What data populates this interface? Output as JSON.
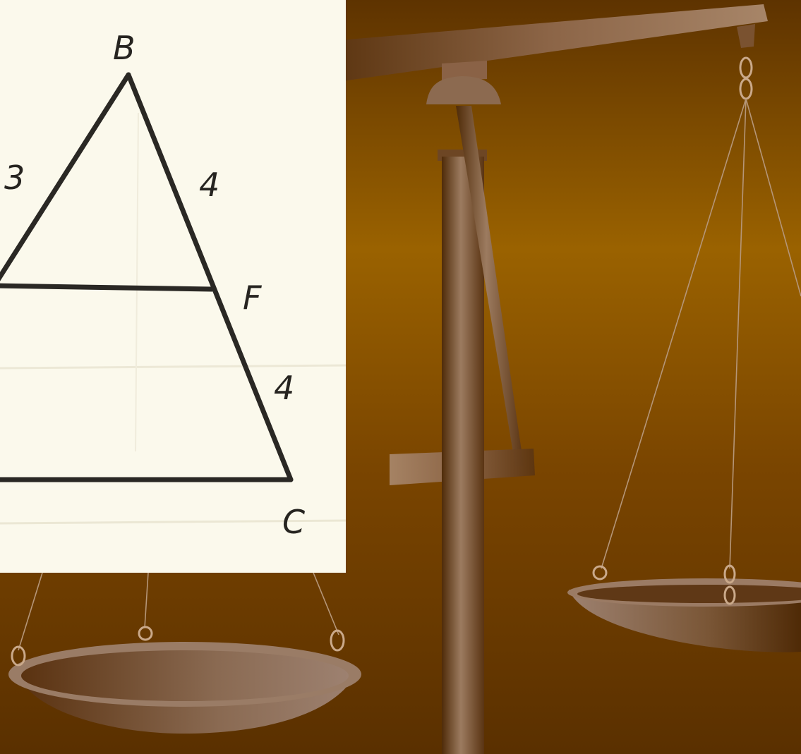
{
  "diagram": {
    "vertex_top": "B",
    "vertex_right_middle": "F",
    "vertex_bottom_right": "C",
    "segment_left_upper": "3",
    "segment_right_upper": "4",
    "segment_right_lower": "4"
  },
  "colors": {
    "background_top": "#5e3300",
    "background_mid": "#9a6200",
    "background_bottom": "#5a3000",
    "wood_light": "#a78568",
    "wood_dark": "#4a2500",
    "paper": "#fbf9ec",
    "ink": "#2a2824"
  }
}
